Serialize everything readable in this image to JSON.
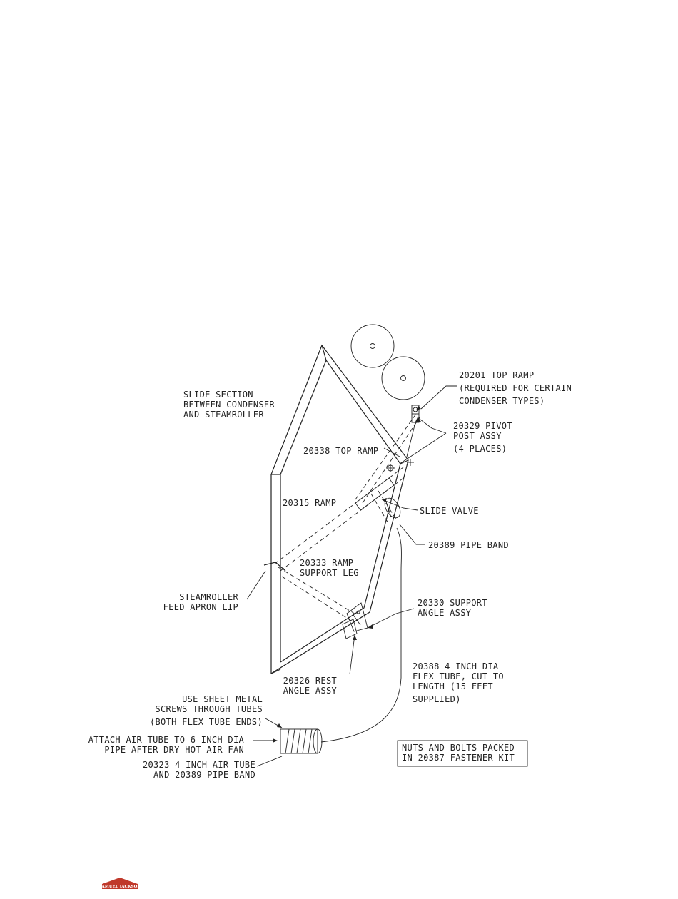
{
  "labels": {
    "slide_section": [
      "SLIDE SECTION",
      "BETWEEN CONDENSER",
      "AND STEAMROLLER"
    ],
    "top_ramp_20201": [
      "20201 TOP RAMP",
      "(REQUIRED FOR CERTAIN",
      "CONDENSER TYPES)"
    ],
    "pivot_post": [
      "20329 PIVOT",
      "POST ASSY",
      "(4 PLACES)"
    ],
    "top_ramp_20338": [
      "20338 TOP RAMP"
    ],
    "ramp_20315": [
      "20315 RAMP"
    ],
    "slide_valve": [
      "SLIDE VALVE"
    ],
    "pipe_band": [
      "20389 PIPE BAND"
    ],
    "ramp_support_leg": [
      "20333 RAMP",
      "SUPPORT LEG"
    ],
    "apron_lip": [
      "STEAMROLLER",
      "FEED APRON LIP"
    ],
    "support_angle": [
      "20330 SUPPORT",
      "ANGLE ASSY"
    ],
    "rest_angle": [
      "20326 REST",
      "ANGLE ASSY"
    ],
    "flex_tube": [
      "20388 4 INCH DIA",
      "FLEX TUBE, CUT TO",
      "LENGTH (15 FEET",
      "SUPPLIED)"
    ],
    "sheet_metal": [
      "USE SHEET METAL",
      "SCREWS THROUGH TUBES",
      "(BOTH FLEX TUBE ENDS)"
    ],
    "attach_air": [
      "ATTACH AIR TUBE TO 6 INCH DIA",
      "PIPE AFTER DRY HOT AIR FAN"
    ],
    "air_tube": [
      "20323  4 INCH AIR TUBE",
      "AND 20389 PIPE BAND"
    ],
    "fastener_note": [
      "NUTS AND BOLTS PACKED",
      "IN 20387 FASTENER KIT"
    ]
  },
  "logo": {
    "text": "SAMUEL JACKSON",
    "color": "#c0392b"
  }
}
